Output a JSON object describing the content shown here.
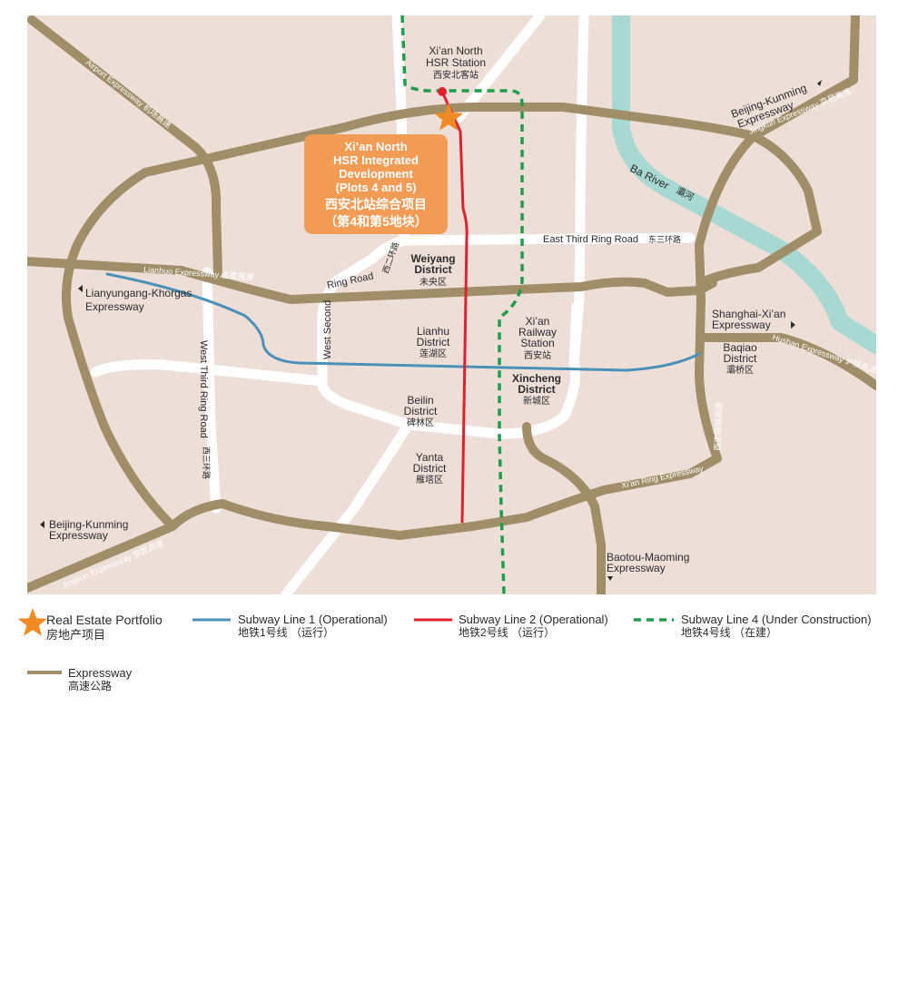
{
  "colors": {
    "land": "#eddfd8",
    "road_white": "#ffffff",
    "expressway": "#a08e68",
    "river": "#a8d8d2",
    "line1": "#4a90b8",
    "line2": "#e0202c",
    "line4": "#1e9e4a",
    "star": "#f08a24",
    "callout": "#f29b55",
    "text": "#2b2b2b"
  },
  "stations": {
    "north_hsr": {
      "en1": "Xi’an North",
      "en2": "HSR Station",
      "zh": "西安北客站"
    },
    "railway": {
      "en1": "Xi’an",
      "en2": "Railway",
      "en3": "Station",
      "zh": "西安站"
    }
  },
  "callout": {
    "l1": "Xi’an North",
    "l2": "HSR Integrated",
    "l3": "Development",
    "l4": "(Plots 4 and 5)",
    "zh1": "西安北站综合项目",
    "zh2": "（第4和第5地块）"
  },
  "districts": {
    "weiyang": {
      "en1": "Weiyang",
      "en2": "District",
      "zh": "未央区"
    },
    "lianhu": {
      "en1": "Lianhu",
      "en2": "District",
      "zh": "莲湖区"
    },
    "xincheng": {
      "en1": "Xincheng",
      "en2": "District",
      "zh": "新城区"
    },
    "beilin": {
      "en1": "Beilin",
      "en2": "District",
      "zh": "碑林区"
    },
    "yanta": {
      "en1": "Yanta",
      "en2": "District",
      "zh": "雁塔区"
    },
    "baqiao": {
      "en1": "Baqiao",
      "en2": "District",
      "zh": "灞桥区"
    }
  },
  "roads": {
    "airport": "Airport Expressway 机场高速",
    "lianhuo": "Lianhuo Expressway 连霍高速",
    "east_third": "East Third Ring Road",
    "east_third_zh": "东三环路",
    "west_second": "West Second",
    "ring_road": "Ring Road",
    "west_second_zh": "西二环路",
    "west_third": "West Third Ring Road",
    "west_third_zh": "西三环路",
    "ba_river": "Ba River",
    "ba_river_zh": "灞河",
    "jingkun_ne": "Jingkun Expressway 京昆高速",
    "hushan": "Hushan Expressway 沪陕高速",
    "xian_ring": "Xi’an Ring Expressway",
    "xian_ring_zh": "西安绕城高速",
    "jingkun_sw": "Jingkun Expressway 京昆高速"
  },
  "destinations": {
    "bj_kunming_ne": {
      "l1": "Beijing-Kunming",
      "l2": "Expressway"
    },
    "lianyungang": {
      "l1": "Lianyungang-Khorgas",
      "l2": "Expressway"
    },
    "shanghai": {
      "l1": "Shanghai-Xi’an",
      "l2": "Expressway"
    },
    "bj_kunming_sw": {
      "l1": "Beijing-Kunming",
      "l2": "Expressway"
    },
    "baotou": {
      "l1": "Baotou-Maoming",
      "l2": "Expressway"
    }
  },
  "legend": {
    "portfolio": {
      "en": "Real Estate Portfolio",
      "zh": "房地产项目"
    },
    "line1": {
      "en": "Subway Line 1 (Operational)",
      "zh": "地铁1号线 （运行）"
    },
    "line2": {
      "en": "Subway Line 2 (Operational)",
      "zh": "地铁2号线 （运行）"
    },
    "line4": {
      "en": "Subway Line 4 (Under Construction)",
      "zh": "地铁4号线 （在建）"
    },
    "expressway": {
      "en": "Expressway",
      "zh": "高速公路"
    }
  }
}
